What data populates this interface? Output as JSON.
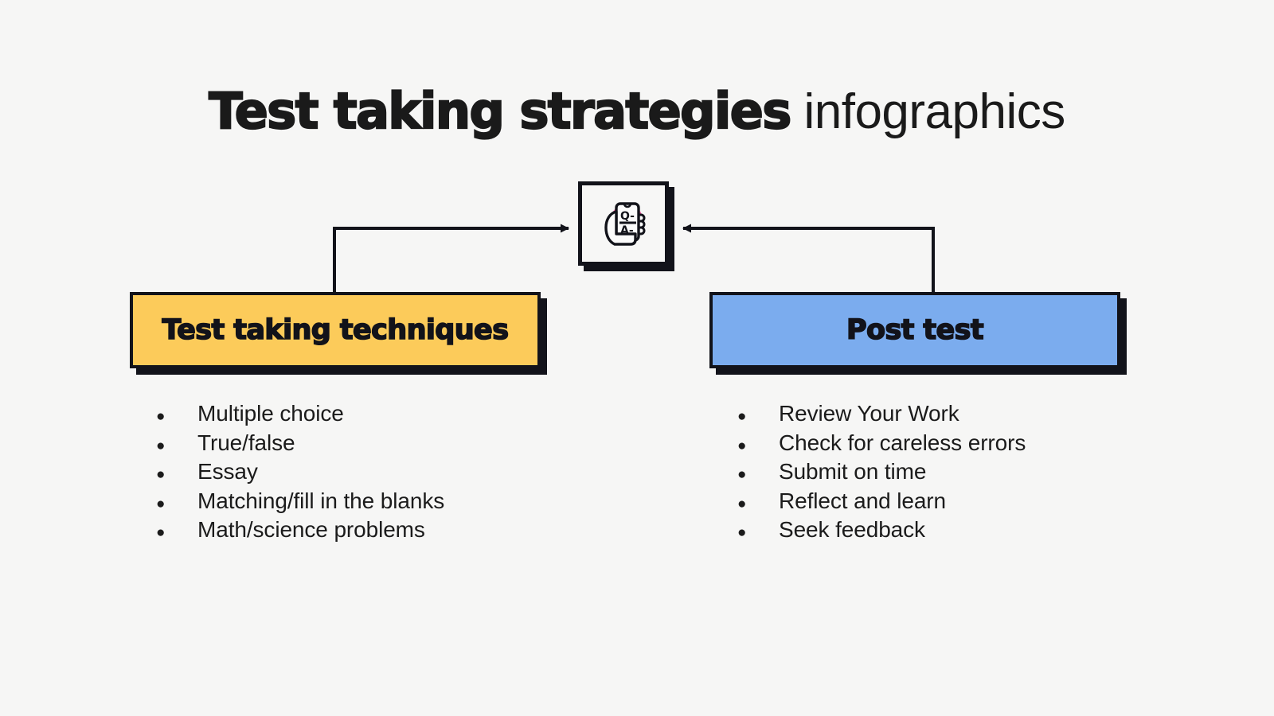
{
  "page": {
    "background_color": "#f6f6f5",
    "text_color": "#1b1b1b"
  },
  "title": {
    "strong_part": "Test taking strategies",
    "light_part": " infographics",
    "full": "Test taking strategies infographics"
  },
  "center_node": {
    "icon_name": "hand-holding-phone-qa-icon",
    "phone_line_1": "Q-",
    "phone_line_2": "A-",
    "accent_color": "#ef5fa7",
    "outline_color": "#12131a"
  },
  "connectors": [
    {
      "name": "connector-left-to-center",
      "from": "Test taking techniques",
      "to": "center_node",
      "arrow": "right"
    },
    {
      "name": "connector-right-to-center",
      "from": "Post test",
      "to": "center_node",
      "arrow": "left"
    }
  ],
  "branches": [
    {
      "id": "test-taking-techniques",
      "heading": "Test taking techniques",
      "color": "#fccb5a",
      "items": [
        "Multiple choice",
        "True/false",
        "Essay",
        "Matching/fill in the blanks",
        "Math/science problems"
      ]
    },
    {
      "id": "post-test",
      "heading": "Post test",
      "color": "#7bacee",
      "items": [
        "Review Your Work",
        "Check for careless errors",
        "Submit on time",
        "Reflect and learn",
        "Seek feedback"
      ]
    }
  ],
  "bullet_glyph": "●"
}
